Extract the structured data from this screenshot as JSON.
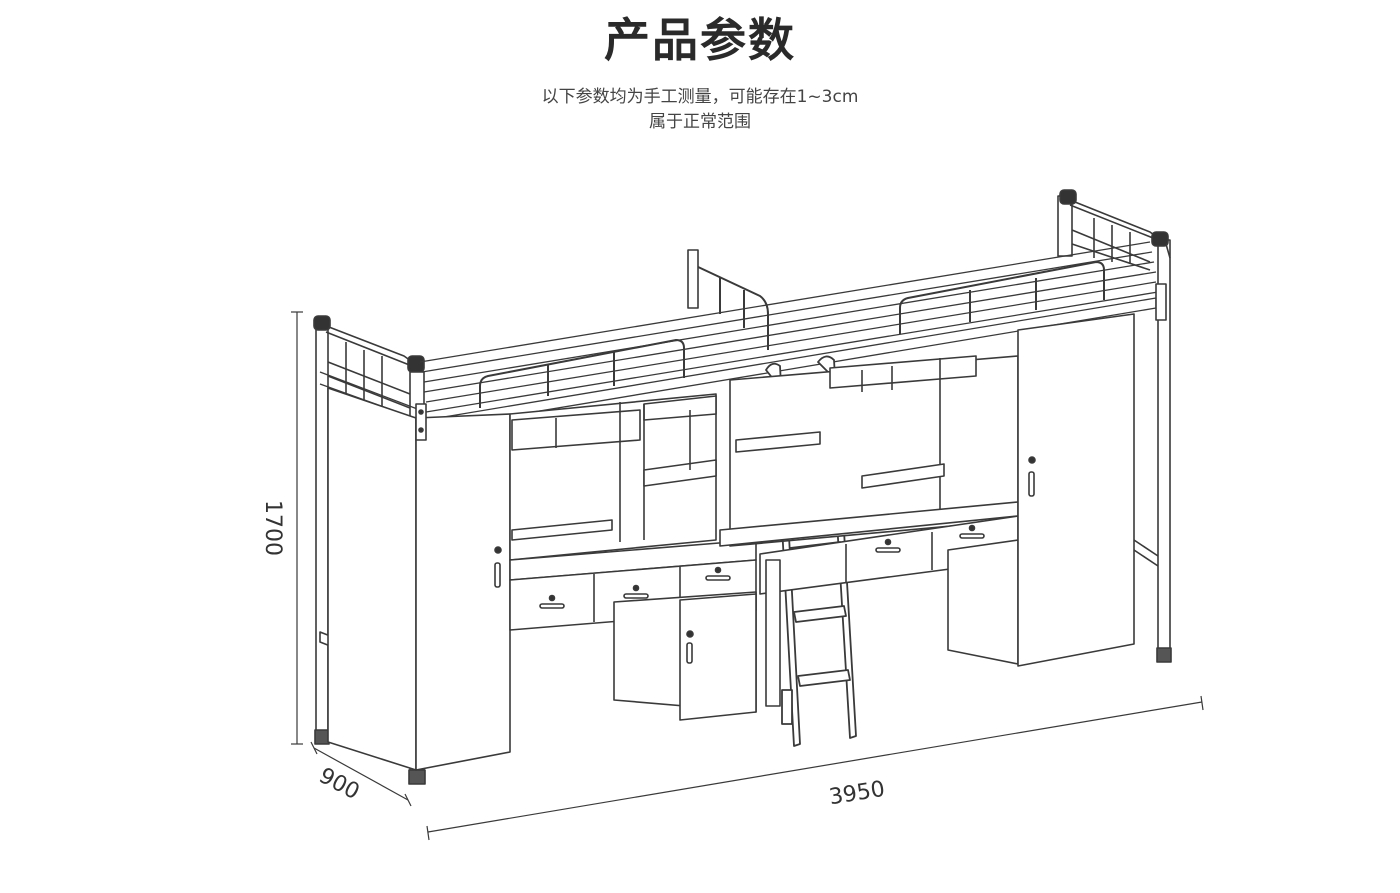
{
  "header": {
    "title": "产品参数",
    "note_line1": "以下参数均为手工测量，可能存在1~3cm",
    "note_line2": "属于正常范围"
  },
  "dimensions": {
    "height": "1700",
    "depth": "900",
    "length": "3950"
  },
  "colors": {
    "line": "#3a3a3a",
    "fill": "#ffffff",
    "accent": "#2a2a2a"
  }
}
